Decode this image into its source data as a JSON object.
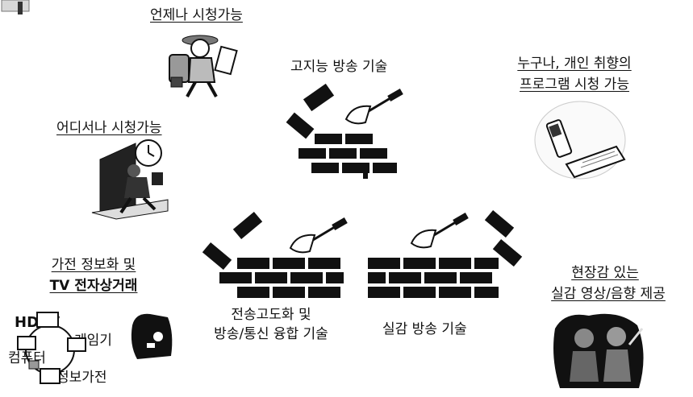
{
  "labels": {
    "anytime": "언제나 시청가능",
    "anywhere": "어디서나 시청가능",
    "personal_line1": "누구나, 개인 취향의",
    "personal_line2": "프로그램 시청 가능",
    "appliance_line1": "가전 정보화 및",
    "appliance_line2": "TV 전자상거래",
    "realism_line1": "현장감 있는",
    "realism_line2": "실감 영상/음향 제공"
  },
  "tech": {
    "advanced": "고지능 방송 기술",
    "convergence_line1": "전송고도화 및",
    "convergence_line2": "방송/통신 융합 기술",
    "realistic": "실감 방송 기술"
  },
  "devices": {
    "hdtv": "HDTV",
    "game": "게임기",
    "computer": "컴퓨터",
    "info_appliance": "정보가전"
  }
}
